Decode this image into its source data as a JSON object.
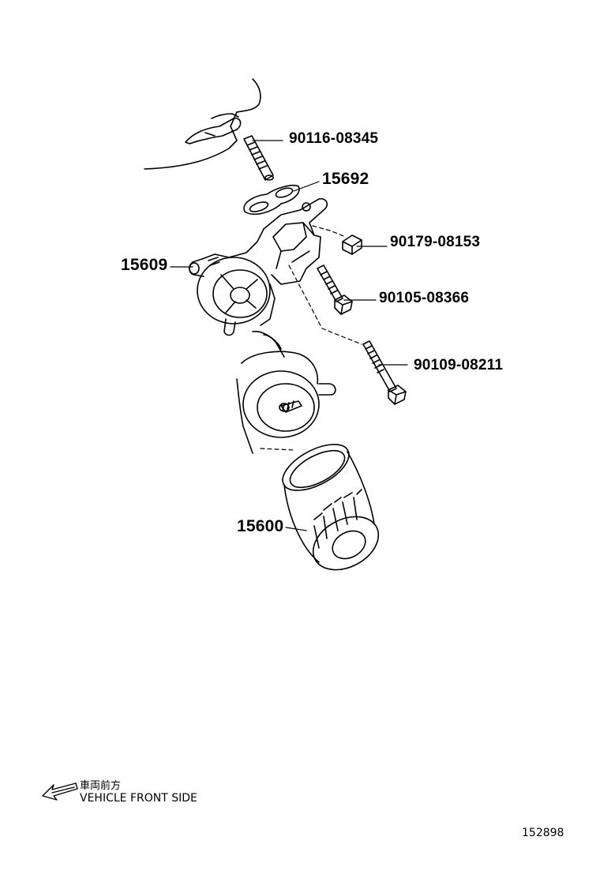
{
  "parts": [
    {
      "id": "stud",
      "number": "90116-08345"
    },
    {
      "id": "gasket",
      "number": "15692"
    },
    {
      "id": "nut",
      "number": "90179-08153"
    },
    {
      "id": "bracket",
      "number": "15609"
    },
    {
      "id": "bolt-short",
      "number": "90105-08366"
    },
    {
      "id": "bolt-long",
      "number": "90109-08211"
    },
    {
      "id": "filter",
      "number": "15600"
    }
  ],
  "direction": {
    "label_jp": "車両前方",
    "label_en": "VEHICLE FRONT SIDE",
    "icon": "arrow-left-icon"
  },
  "reference_code": "152898",
  "colors": {
    "line": "#000000",
    "background": "#ffffff"
  }
}
